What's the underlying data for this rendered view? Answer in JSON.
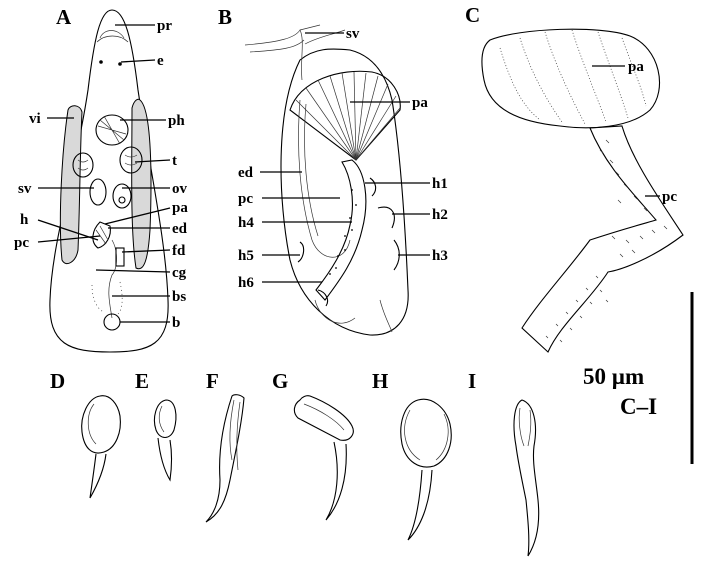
{
  "panels": {
    "A": {
      "letter": "A",
      "labels": {
        "pr": "pr",
        "e": "e",
        "vi": "vi",
        "ph": "ph",
        "t": "t",
        "sv": "sv",
        "ov": "ov",
        "pa": "pa",
        "h": "h",
        "ed": "ed",
        "pc": "pc",
        "fd": "fd",
        "cg": "cg",
        "bs": "bs",
        "b": "b"
      }
    },
    "B": {
      "letter": "B",
      "labels": {
        "sv": "sv",
        "pa": "pa",
        "ed": "ed",
        "h1": "h1",
        "pc": "pc",
        "h2": "h2",
        "h4": "h4",
        "h3": "h3",
        "h5": "h5",
        "h6": "h6"
      }
    },
    "C": {
      "letter": "C",
      "labels": {
        "pa": "pa",
        "pc": "pc"
      }
    },
    "D": {
      "letter": "D"
    },
    "E": {
      "letter": "E"
    },
    "F": {
      "letter": "F"
    },
    "G": {
      "letter": "G"
    },
    "H": {
      "letter": "H"
    },
    "I": {
      "letter": "I"
    }
  },
  "scale_bar": {
    "value": "50 µm",
    "applies_to": "C–I"
  }
}
